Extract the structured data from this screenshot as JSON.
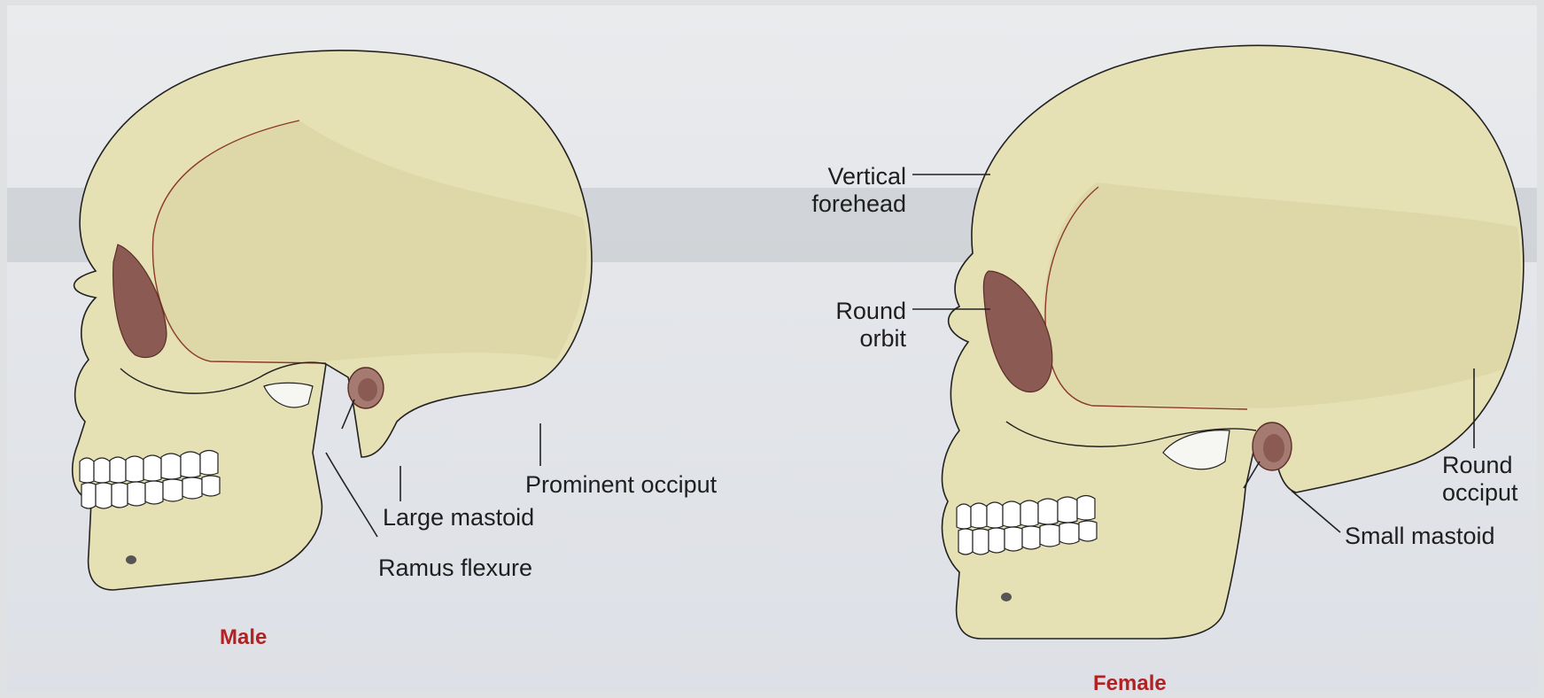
{
  "male": {
    "caption": "Male",
    "labels": {
      "prominent_occiput": "Prominent occiput",
      "large_mastoid": "Large mastoid",
      "ramus_flexure": "Ramus flexure"
    }
  },
  "female": {
    "caption": "Female",
    "labels": {
      "vertical_forehead_1": "Vertical",
      "vertical_forehead_2": "forehead",
      "round_orbit_1": "Round",
      "round_orbit_2": "orbit",
      "round_occiput_1": "Round",
      "round_occiput_2": "occiput",
      "small_mastoid": "Small mastoid"
    }
  },
  "colors": {
    "bone": "#e6e1b4",
    "orbit": "#8b5a52",
    "caption": "#b22222"
  }
}
